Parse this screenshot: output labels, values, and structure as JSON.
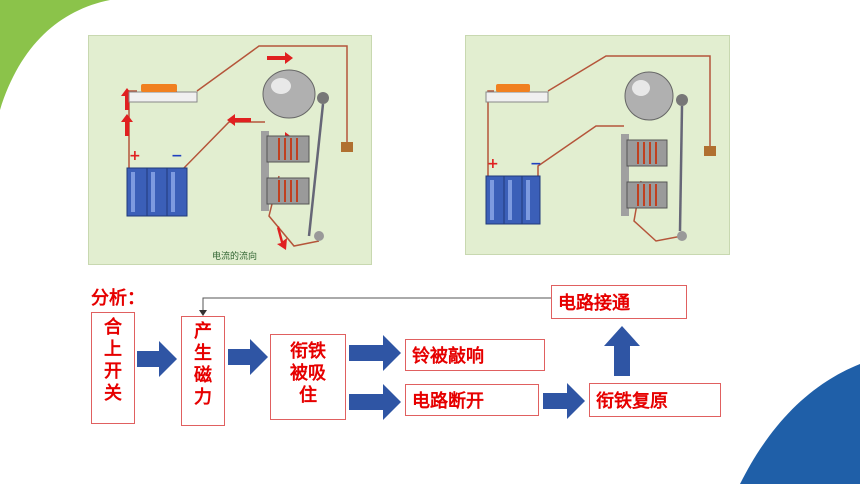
{
  "diagram_left": {
    "caption": "电流的流向",
    "plus": "+",
    "minus": "−"
  },
  "diagram_right": {
    "plus": "+",
    "minus": "−"
  },
  "analysis": {
    "heading": "分析：",
    "steps": {
      "close_switch": [
        "合",
        "上",
        "开",
        "关"
      ],
      "produce_magnetism": [
        "产",
        "生",
        "磁",
        "力"
      ],
      "armature_attracted": [
        "衔铁",
        "被吸",
        "住"
      ],
      "bell_struck": "铃被敲响",
      "circuit_broken": "电路断开",
      "armature_restored": "衔铁复原",
      "circuit_connected": "电路接通"
    }
  },
  "colors": {
    "accent_red": "#e60000",
    "arrow_blue": "#2f55a4",
    "corner_green": "#8bc34a",
    "corner_blue": "#1f5fa8"
  }
}
